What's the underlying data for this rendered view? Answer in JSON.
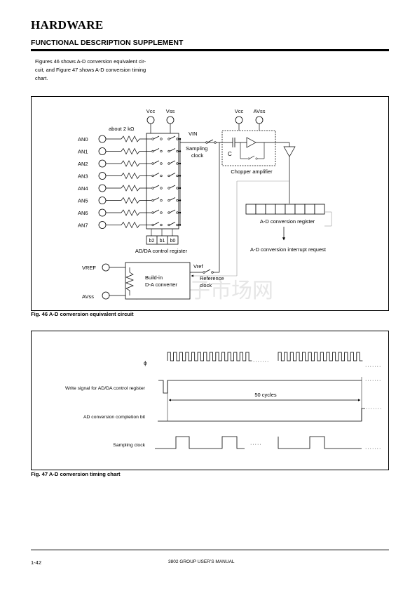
{
  "header": {
    "title": "HARDWARE",
    "subtitle": "FUNCTIONAL DESCRIPTION SUPPLEMENT"
  },
  "intro": {
    "line1": "Figures 46 shows A-D conversion equivalent cir-",
    "line2": "cuit, and Figure 47 shows A-D conversion timing",
    "line3": "chart."
  },
  "fig46": {
    "caption": "Fig. 46 A-D conversion equivalent circuit",
    "vcc": "Vcc",
    "vss": "Vss",
    "avcc": "Vcc",
    "avss_top": "AVss",
    "resistor_label": "about 2 kΩ",
    "vin": "VIN",
    "sampling_clock_1": "Sampling",
    "sampling_clock_2": "clock",
    "cap_label": "C",
    "chopper": "Chopper amplifier",
    "ad_register": "A-D conversion register",
    "interrupt": "A-D conversion interrupt request",
    "bits": [
      "b2",
      "b1",
      "b0"
    ],
    "control_register": "AD/DA control register",
    "vref_pin": "VREF",
    "avss_pin": "AVss",
    "dac_1": "Build-in",
    "dac_2": "D-A converter",
    "vref_label": "Vref",
    "ref_clock_1": "Reference",
    "ref_clock_2": "clock",
    "an_pins": [
      "AN0",
      "AN1",
      "AN2",
      "AN3",
      "AN4",
      "AN5",
      "AN6",
      "AN7"
    ],
    "watermark": "维库电子市场网"
  },
  "fig47": {
    "caption": "Fig. 47 A-D conversion timing chart",
    "phi": "ϕ",
    "write_signal": "Write signal for AD/DA control register",
    "cycles": "50 cycles",
    "completion_bit": "AD conversion completion bit",
    "sampling_clock": "Sampling clock"
  },
  "footer": {
    "page": "1-42",
    "manual": "3802 GROUP USER’S MANUAL"
  }
}
